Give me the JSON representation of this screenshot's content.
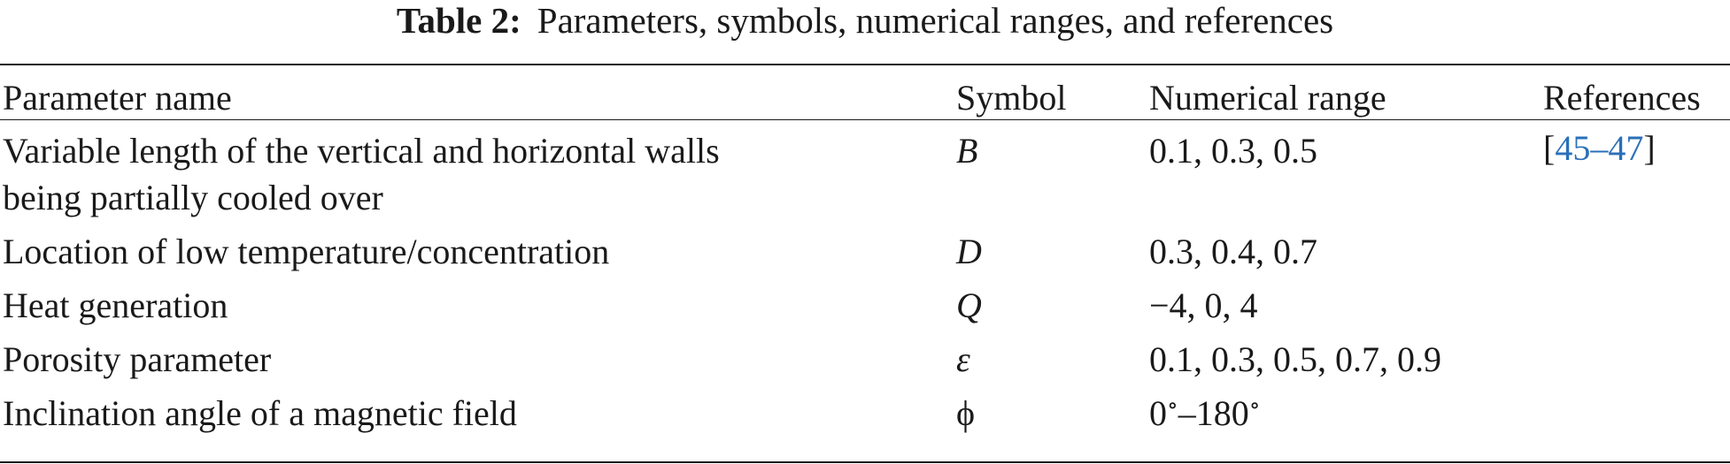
{
  "caption": {
    "label": "Table 2:",
    "text": "Parameters, symbols, numerical ranges, and references"
  },
  "table": {
    "headers": {
      "name": "Parameter name",
      "symbol": "Symbol",
      "range": "Numerical range",
      "references": "References"
    },
    "rows": [
      {
        "name_line1": "Variable length of the vertical and horizontal walls",
        "name_line2": "being partially cooled over",
        "symbol": "B",
        "range": "0.1, 0.3, 0.5",
        "ref_open": "[",
        "ref_link": "45–47",
        "ref_close": "]"
      },
      {
        "name": "Location of low temperature/concentration",
        "symbol": "D",
        "range": "0.3, 0.4, 0.7"
      },
      {
        "name": "Heat generation",
        "symbol": "Q",
        "range": "−4, 0, 4"
      },
      {
        "name": "Porosity parameter",
        "symbol": "ε",
        "range": "0.1, 0.3, 0.5, 0.7, 0.9"
      },
      {
        "name": "Inclination angle of a magnetic field",
        "symbol": "ϕ",
        "range_start": "0",
        "range_degree1": "∘",
        "range_dash": "–180",
        "range_degree2": "∘"
      }
    ]
  },
  "colors": {
    "text": "#1a1a1a",
    "link": "#2a6fb8"
  }
}
